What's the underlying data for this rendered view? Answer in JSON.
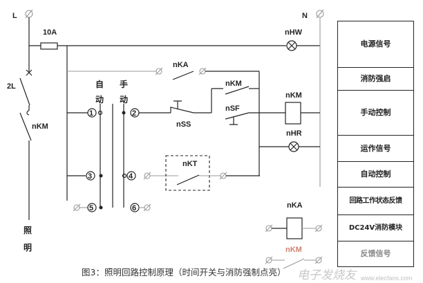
{
  "labels": {
    "L": "L",
    "N": "N",
    "fuse": "10A",
    "switch_2L": "2L",
    "switch_nKM": "nKM",
    "nKA_contact": "nKA",
    "nKM_contact": "nKM",
    "nSF": "nSF",
    "nSS": "nSS",
    "nKM_coil": "nKM",
    "nHW": "nHW",
    "nHR": "nHR",
    "nKT": "nKT",
    "nKA_coil": "nKA",
    "nKM_feedback": "nKM",
    "auto_1": "自",
    "auto_2": "动",
    "manual_1": "手",
    "manual_2": "动",
    "lighting_1": "照",
    "lighting_2": "明",
    "t1": "1",
    "t2": "2",
    "t3": "3",
    "t4": "4",
    "t5": "5",
    "t6": "6"
  },
  "table": [
    "电源信号",
    "消防强启",
    "手动控制",
    "运作信号",
    "自动控制",
    "回路工作状态反馈",
    "DC24V消防模块",
    "反馈信号"
  ],
  "caption": "图3：照明回路控制原理（时间开关与消防强制点亮）",
  "watermark": {
    "brand": "电子发烧友",
    "url": "www.elecfans.com"
  }
}
